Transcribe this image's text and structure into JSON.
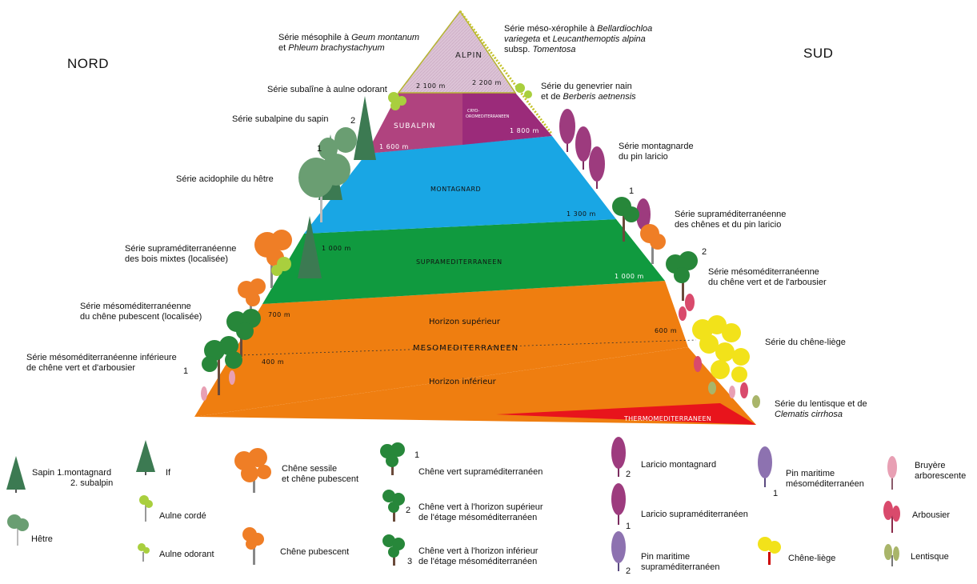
{
  "sides": {
    "left": "NORD",
    "right": "SUD"
  },
  "zones": {
    "alpin": "ALPIN",
    "subalpin": "SUBALPIN",
    "cryo": [
      "CRYO-",
      "OROMEDITERRANEEN"
    ],
    "montagnard": "MONTAGNARD",
    "supramed": "SUPRAMEDITERRANEEN",
    "meso": "MESOMEDITERRANEEN",
    "meso_sup": "Horizon supérieur",
    "meso_inf": "Horizon inférieur",
    "thermo": "THERMOMEDITERRANEEN"
  },
  "altitudes": {
    "a2100": "2 100 m",
    "a2200": "2 200 m",
    "a1600": "1 600 m",
    "a1800": "1 800 m",
    "a1300": "1 300 m",
    "a1000l": "1 000 m",
    "a1000r": "1 000 m",
    "a700": "700 m",
    "a600": "600 m",
    "a400": "400 m"
  },
  "series": {
    "mesophile_a": "Série mésophile à ",
    "mesophile_b": "Geum montanum",
    "mesophile_c": "et ",
    "mesophile_d": "Phleum brachystachyum",
    "mesoxero_a": "Série méso-xérophile à ",
    "mesoxero_b": "Bellardiochloa",
    "mesoxero_c": "variegeta",
    "mesoxero_d": " et ",
    "mesoxero_e": "Leucanthemoptis alpina",
    "mesoxero_f": "subsp. ",
    "mesoxero_g": "Tomentosa",
    "subaline": "Série subalîne à aulne odorant",
    "genevrier_a": "Série du genevrier nain",
    "genevrier_b": "et de ",
    "genevrier_c": "Berberis aetnensis",
    "subalpine_sapin": "Série subalpine du sapin",
    "montagnarde_a": "Série montagnarde",
    "montagnarde_b": "du pin laricio",
    "acidophile": "Série acidophile du hêtre",
    "supra_chenes_a": "Série supraméditerranéenne",
    "supra_chenes_b": "des chênes et du pin laricio",
    "supra_bois_a": "Série supraméditerranéenne",
    "supra_bois_b": "des bois mixtes (localisée)",
    "meso_cv_a": "Série mésoméditerranéenne",
    "meso_cv_b": "du chêne vert et de l'arbousier",
    "meso_pub_a": "Série mésoméditerranéenne",
    "meso_pub_b": "du chêne pubescent (localisée)",
    "liege": "Série du chêne-liège",
    "meso_inf_a": "Série mésoméditerranéenne inférieure",
    "meso_inf_b": "de chêne vert et d'arbousier",
    "lentisque_a": "Série du lentisque et de",
    "lentisque_b": "Clematis cirrhosa"
  },
  "numbers": {
    "n1": "1",
    "n2": "2"
  },
  "legend": {
    "sapin_a": "Sapin  1.montagnard",
    "sapin_b": "2. subalpin",
    "if": "If",
    "sessile_a": "Chêne sessile",
    "sessile_b": "et chêne pubescent",
    "cv_supra": "Chêne vert supraméditerranéen",
    "laricio_mont": "Laricio montagnard",
    "pin_mar_meso_a": "Pin maritime",
    "pin_mar_meso_b": "mésoméditerranéen",
    "bruyere_a": "Bruyère",
    "bruyere_b": "arborescente",
    "hetre": "Hêtre",
    "aulne_corde": "Aulne cordé",
    "cv_sup_a": "Chêne vert à l'horizon supérieur",
    "cv_sup_b": "de l'étage mésoméditerranéen",
    "laricio_supra": "Laricio supraméditerranéen",
    "arbousier": "Arbousier",
    "aulne_odorant": "Aulne odorant",
    "chene_pub": "Chêne pubescent",
    "cv_inf_a": "Chêne vert à l'horizon inférieur",
    "cv_inf_b": "de l'étage mésoméditerranéen",
    "pin_mar_supra_a": "Pin maritime",
    "pin_mar_supra_b": "supraméditerranéen",
    "liege": "Chêne-liège",
    "lentisque": "Lentisque"
  },
  "colors": {
    "alpin": "#dcc3d6",
    "subalpin": "#b0437f",
    "cryo": "#9b2b7a",
    "montagnard": "#19a6e4",
    "supramed": "#109a3f",
    "meso": "#ef7e10",
    "thermo": "#e8141c",
    "hetre": "#6a9e72",
    "chene_vert": "#27873a",
    "chene_orange": "#ef7e26",
    "laricio": "#9d3b7e",
    "pin_maritime": "#8d72b0",
    "liege": "#f2e21a",
    "bruyere": "#e8a0b4",
    "arbousier": "#d94a6c",
    "aulne": "#a9cf3e",
    "sapin": "#3c7a52"
  }
}
